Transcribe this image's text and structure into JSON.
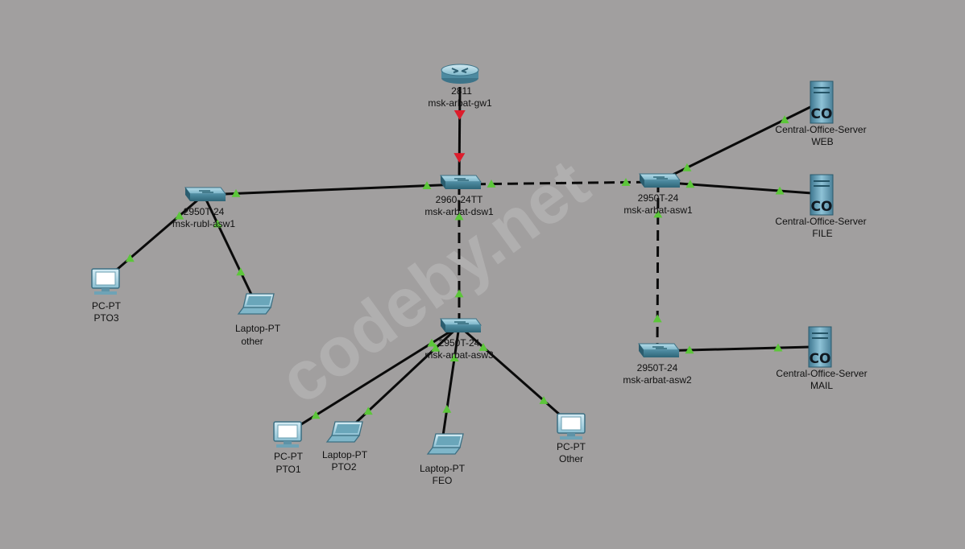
{
  "watermark": "codeby.net",
  "colors": {
    "background": "#a19f9f",
    "link_up": "#5cc63a",
    "link_down": "#dd1d2c",
    "cable": "#0a0a0a",
    "switch": "#5e9cb2",
    "server": "#6ea1b9",
    "pc_screen": "#ffffff"
  },
  "devices": {
    "gw1": {
      "icon": "router-icon",
      "model": "2811",
      "name": "msk-arbat-gw1"
    },
    "dsw1": {
      "icon": "switch-icon",
      "model": "2960-24TT",
      "name": "msk-arbat-dsw1"
    },
    "rubl_asw1": {
      "icon": "switch-icon",
      "model": "2950T-24",
      "name": "msk-rubl-asw1"
    },
    "asw1": {
      "icon": "switch-icon",
      "model": "2950T-24",
      "name": "msk-arbat-asw1"
    },
    "asw2": {
      "icon": "switch-icon",
      "model": "2950T-24",
      "name": "msk-arbat-asw2"
    },
    "asw3": {
      "icon": "switch-icon",
      "model": "2950T-24",
      "name": "msk-arbat-asw3"
    },
    "srv_web": {
      "icon": "server-icon",
      "model": "Central-Office-Server",
      "name": "WEB"
    },
    "srv_file": {
      "icon": "server-icon",
      "model": "Central-Office-Server",
      "name": "FILE"
    },
    "srv_mail": {
      "icon": "server-icon",
      "model": "Central-Office-Server",
      "name": "MAIL"
    },
    "pto3": {
      "icon": "pc-icon",
      "model": "PC-PT",
      "name": "PTO3"
    },
    "lap_other": {
      "icon": "laptop-icon",
      "model": "Laptop-PT",
      "name": "other"
    },
    "pto1": {
      "icon": "pc-icon",
      "model": "PC-PT",
      "name": "PTO1"
    },
    "pto2": {
      "icon": "laptop-icon",
      "model": "Laptop-PT",
      "name": "PTO2"
    },
    "feo": {
      "icon": "laptop-icon",
      "model": "Laptop-PT",
      "name": "FEO"
    },
    "pc_other": {
      "icon": "pc-icon",
      "model": "PC-PT",
      "name": "Other"
    }
  },
  "links": [
    {
      "from": "gw1",
      "to": "dsw1",
      "style": "solid",
      "from_state": "down",
      "to_state": "down"
    },
    {
      "from": "dsw1",
      "to": "rubl_asw1",
      "style": "solid",
      "from_state": "up",
      "to_state": "up"
    },
    {
      "from": "dsw1",
      "to": "asw1",
      "style": "dashed",
      "from_state": "up",
      "to_state": "up"
    },
    {
      "from": "dsw1",
      "to": "asw3",
      "style": "dashed",
      "from_state": "up",
      "to_state": "up"
    },
    {
      "from": "asw1",
      "to": "asw2",
      "style": "dashed",
      "from_state": "up",
      "to_state": "up"
    },
    {
      "from": "asw1",
      "to": "srv_web",
      "style": "solid",
      "from_state": "up",
      "to_state": "up"
    },
    {
      "from": "asw1",
      "to": "srv_file",
      "style": "solid",
      "from_state": "up",
      "to_state": "up"
    },
    {
      "from": "asw2",
      "to": "srv_mail",
      "style": "solid",
      "from_state": "up",
      "to_state": "up"
    },
    {
      "from": "rubl_asw1",
      "to": "pto3",
      "style": "solid",
      "from_state": "up",
      "to_state": "up"
    },
    {
      "from": "rubl_asw1",
      "to": "lap_other",
      "style": "solid",
      "from_state": "up",
      "to_state": "up"
    },
    {
      "from": "asw3",
      "to": "pto1",
      "style": "solid",
      "from_state": "up",
      "to_state": "up"
    },
    {
      "from": "asw3",
      "to": "pto2",
      "style": "solid",
      "from_state": "up",
      "to_state": "up"
    },
    {
      "from": "asw3",
      "to": "feo",
      "style": "solid",
      "from_state": "up",
      "to_state": "up"
    },
    {
      "from": "asw3",
      "to": "pc_other",
      "style": "solid",
      "from_state": "up",
      "to_state": "up"
    }
  ]
}
